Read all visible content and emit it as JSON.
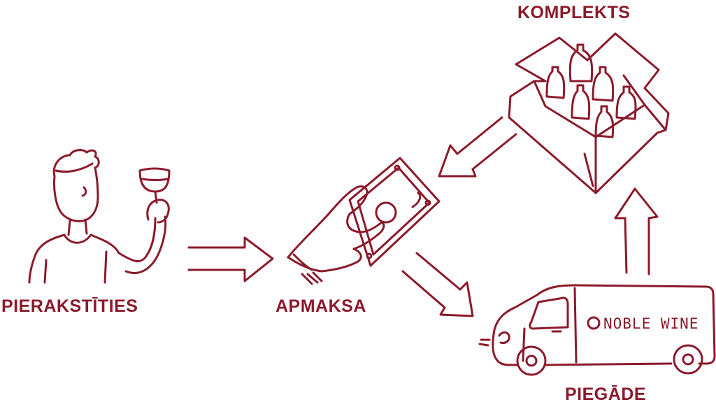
{
  "colors": {
    "accent": "#8b1a2b",
    "background": "#ffffff"
  },
  "steps": {
    "signup": "PIERAKSTĪTIES",
    "payment": "APMAKSA",
    "delivery": "PIEGĀDE",
    "set": "KOMPLEKTS"
  },
  "van": {
    "brand": "NOBLE WINE"
  }
}
